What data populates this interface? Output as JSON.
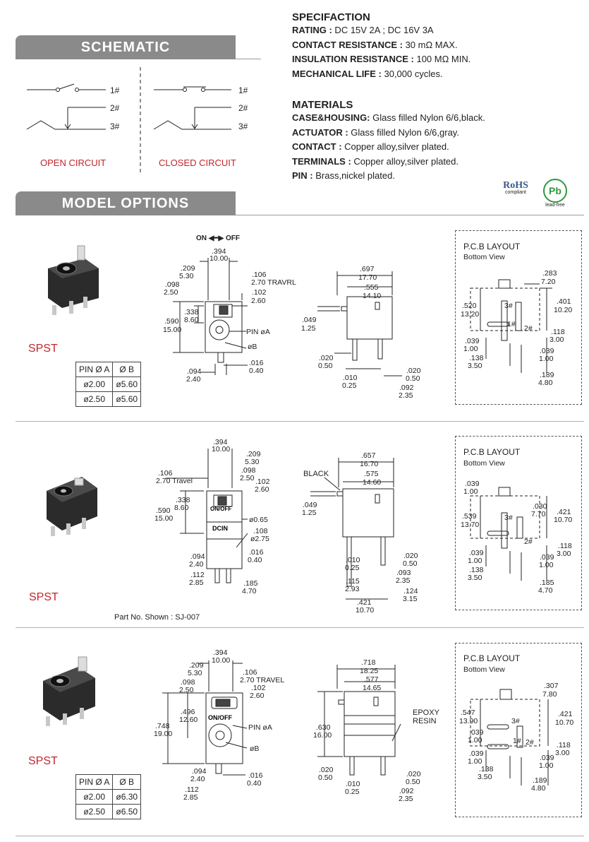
{
  "schematic": {
    "title": "SCHEMATIC",
    "pins": [
      "1#",
      "2#",
      "3#"
    ],
    "open_label": "OPEN CIRCUIT",
    "closed_label": "CLOSED CIRCUIT"
  },
  "spec": {
    "title": "SPECIFACTION",
    "lines": [
      {
        "k": "RATING :",
        "v": " DC 15V 2A ; DC 16V 3A"
      },
      {
        "k": "CONTACT RESISTANCE :",
        "v": " 30 mΩ MAX."
      },
      {
        "k": "INSULATION RESISTANCE :",
        "v": " 100 MΩ MIN."
      },
      {
        "k": "MECHANICAL LIFE :",
        "v": " 30,000 cycles."
      }
    ]
  },
  "materials": {
    "title": "MATERIALS",
    "lines": [
      {
        "k": "CASE&HOUSING:",
        "v": " Glass filled Nylon 6/6,black."
      },
      {
        "k": "ACTUATOR :",
        "v": " Glass filled Nylon 6/6,gray."
      },
      {
        "k": "CONTACT :",
        "v": " Copper alloy,silver plated."
      },
      {
        "k": "TERMINALS :",
        "v": " Copper alloy,silver plated."
      },
      {
        "k": "PIN :",
        "v": " Brass,nickel plated."
      }
    ]
  },
  "logos": {
    "rohs": "RoHS",
    "rohs_sub": "compliant",
    "pb": "Pb",
    "pb_sub": "lead-free"
  },
  "model_options": {
    "title": "MODEL  OPTIONS"
  },
  "models": [
    {
      "label": "SPST",
      "table": {
        "headers": [
          "PIN Ø A",
          "Ø B"
        ],
        "rows": [
          [
            "ø2.00",
            "ø5.60"
          ],
          [
            "ø2.50",
            "ø5.60"
          ]
        ]
      },
      "onoff": "ON ◀━▶ OFF",
      "pcb_title": "P.C.B LAYOUT",
      "pcb_sub": "Bottom View"
    },
    {
      "label": "SPST",
      "part_no": "Part No. Shown : SJ-007",
      "black_label": "BLACK",
      "pcb_title": "P.C.B LAYOUT",
      "pcb_sub": "Bottom View"
    },
    {
      "label": "SPST",
      "table": {
        "headers": [
          "PIN Ø A",
          "Ø B"
        ],
        "rows": [
          [
            "ø2.00",
            "ø6.30"
          ],
          [
            "ø2.50",
            "ø6.50"
          ]
        ]
      },
      "epoxy_label": "EPOXY\nRESIN",
      "pcb_title": "P.C.B LAYOUT",
      "pcb_sub": "Bottom View"
    }
  ],
  "dims": {
    "m1_front": [
      ".394",
      "10.00",
      ".209",
      "5.30",
      ".098",
      "2.50",
      ".106",
      "2.70 TRAVRL",
      ".102",
      "2.60",
      ".338",
      "8.60",
      ".590",
      "15.00",
      "PIN øA",
      "øB",
      ".094",
      "2.40",
      ".016",
      "0.40"
    ],
    "m1_side": [
      ".697",
      "17.70",
      ".555",
      "14.10",
      ".049",
      "1.25",
      ".020",
      "0.50",
      ".010",
      "0.25",
      ".020",
      "0.50",
      ".092",
      "2.35"
    ],
    "m1_pcb": [
      ".283",
      "7.20",
      ".520",
      "13.20",
      ".401",
      "10.20",
      "3#",
      "1#",
      "2#",
      ".118",
      "3.00",
      ".039",
      "1.00",
      ".039",
      "1.00",
      ".138",
      "3.50",
      ".189",
      "4.80"
    ],
    "m2_front": [
      ".394",
      "10.00",
      ".209",
      "5.30",
      ".098",
      "2.50",
      ".106",
      "2.70 Travel",
      ".102",
      "2.60",
      ".338",
      "8.60",
      ".590",
      "15.00",
      "ON/OFF",
      "DCIN",
      "ø0.65",
      ".108",
      "ø2.75",
      ".016",
      "0.40",
      ".094",
      "2.40",
      ".112",
      "2.85",
      ".185",
      "4.70"
    ],
    "m2_side": [
      ".657",
      "16.70",
      ".575",
      "14.60",
      ".049",
      "1.25",
      ".010",
      "0.25",
      ".020",
      "0.50",
      ".115",
      "2.93",
      ".093",
      "2.35",
      ".124",
      "3.15",
      ".421",
      "10.70"
    ],
    "m2_pcb": [
      ".039",
      "1.00",
      ".539",
      "13.70",
      ".030",
      "7.70",
      ".421",
      "10.70",
      "3#",
      "2#",
      ".118",
      "3.00",
      ".039",
      "1.00",
      ".039",
      "1.00",
      ".138",
      "3.50",
      ".185",
      "4.70"
    ],
    "m3_front": [
      ".394",
      "10.00",
      ".209",
      "5.30",
      ".098",
      "2.50",
      ".106",
      "2.70 TRAVEL",
      ".102",
      "2.60",
      ".496",
      "12.60",
      ".748",
      "19.00",
      "ON/OFF",
      "PIN øA",
      "øB",
      ".094",
      "2.40",
      ".016",
      "0.40",
      ".112",
      "2.85"
    ],
    "m3_side": [
      ".718",
      "18.25",
      ".577",
      "14.65",
      ".630",
      "16.00",
      ".020",
      "0.50",
      ".010",
      "0.25",
      ".020",
      "0.50",
      ".092",
      "2.35"
    ],
    "m3_pcb": [
      ".307",
      "7.80",
      ".547",
      "13.90",
      ".421",
      "10.70",
      "3#",
      ".039",
      "1.00",
      "1#",
      "2#",
      ".118",
      "3.00",
      ".039",
      "1.00",
      ".039",
      "1.00",
      ".138",
      "3.50",
      ".189",
      "4.80"
    ]
  }
}
